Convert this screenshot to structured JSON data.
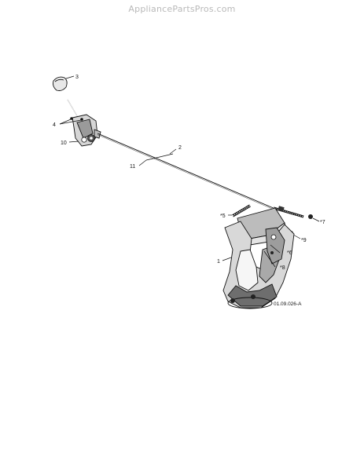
{
  "watermark": "AppliancePartsPros.com",
  "diagram_code": "01.09.026-A",
  "callouts": {
    "c1": "1",
    "c2": "2",
    "c3": "3",
    "c4": "4",
    "c5": "*5",
    "c6": "*6",
    "c7": "*7",
    "c8": "*8",
    "c9": "*9",
    "c10": "10",
    "c11": "11"
  }
}
